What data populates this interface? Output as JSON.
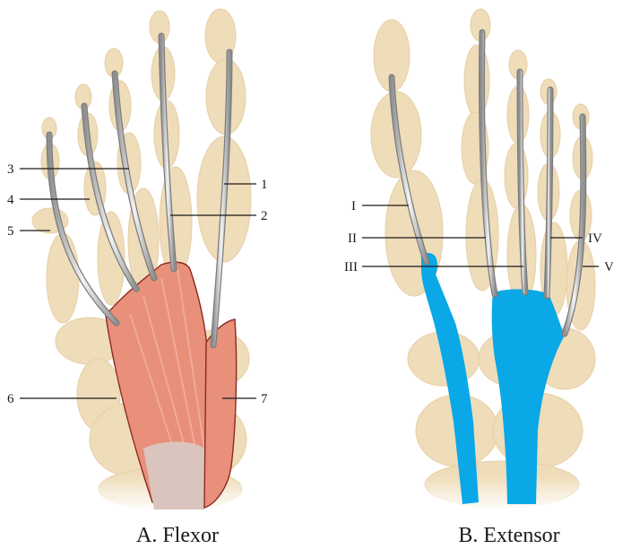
{
  "panel_a": {
    "caption": "A. Flexor",
    "labels": [
      "1",
      "2",
      "3",
      "4",
      "5",
      "6",
      "7"
    ]
  },
  "panel_b": {
    "caption": "B. Extensor",
    "labels": [
      "I",
      "II",
      "III",
      "IV",
      "V"
    ]
  },
  "colors": {
    "bone": "#efdcb9",
    "tendon": "#c9c9c9",
    "flexor_muscle": "#e8907a",
    "extensor_muscle": "#0aa8e6"
  }
}
